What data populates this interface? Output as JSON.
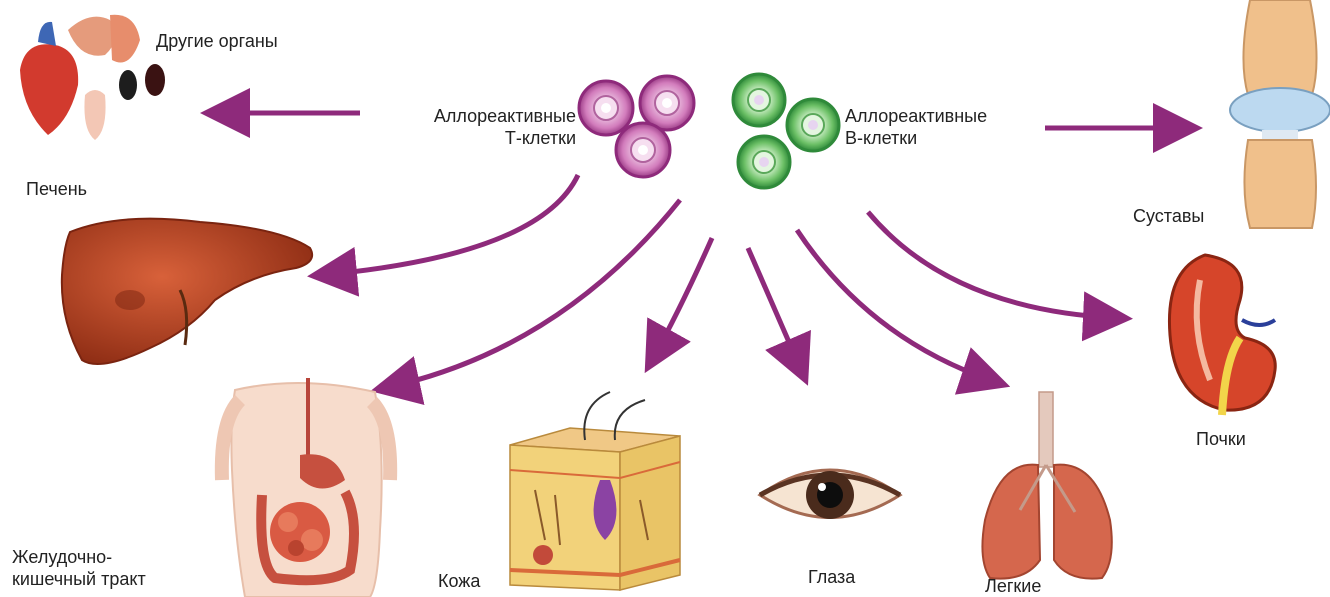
{
  "cells": {
    "t_cells": {
      "line1": "Аллореактивные",
      "line2": "Т-клетки",
      "color": "#c0569b"
    },
    "b_cells": {
      "line1": "Аллореактивные",
      "line2": "В-клетки",
      "color": "#3fa34d"
    }
  },
  "organs": {
    "other": "Другие органы",
    "liver": "Печень",
    "gi_line1": "Желудочно-",
    "gi_line2": "кишечный тракт",
    "skin": "Кожа",
    "eyes": "Глаза",
    "lungs": "Легкие",
    "kidneys": "Почки",
    "joints": "Суставы"
  },
  "colors": {
    "arrow": "#8e2a7b",
    "liver": "#b3401e",
    "skin_base": "#f2d27a",
    "kidney": "#d6452a",
    "lung": "#d5674d"
  }
}
